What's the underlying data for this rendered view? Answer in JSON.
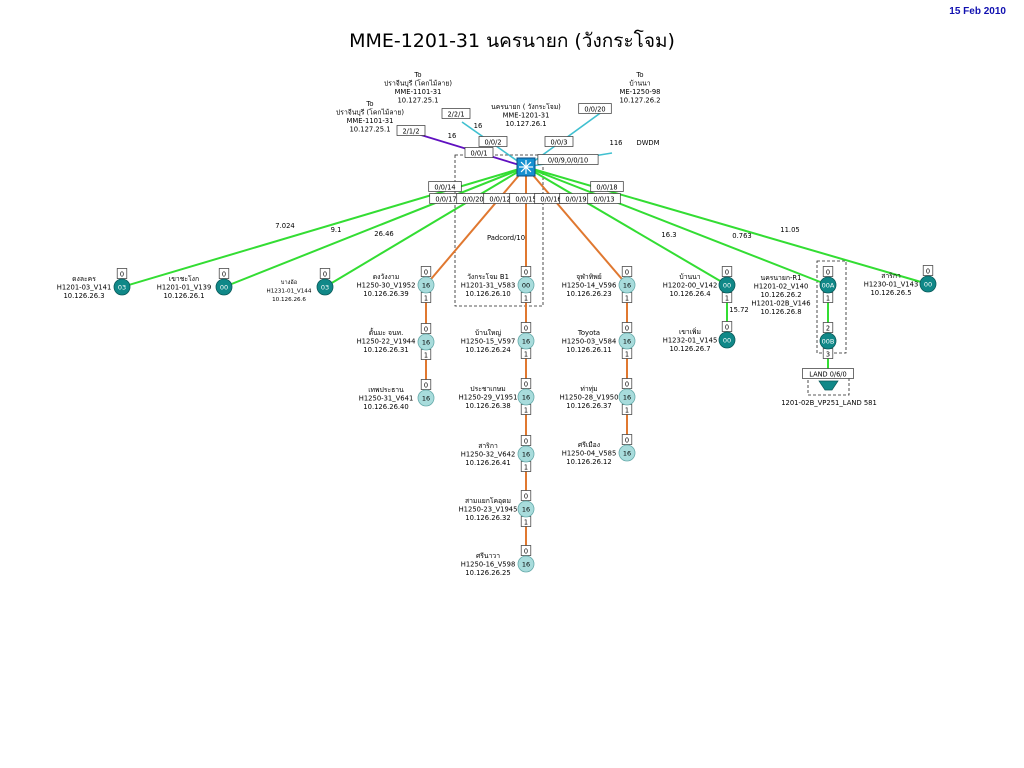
{
  "header": {
    "date": "15 Feb 2010",
    "title": "MME-1201-31 นครนายก (วังกระโจม)"
  },
  "colors": {
    "green": "#33dd33",
    "orange": "#e07830",
    "cyan": "#40c0d0",
    "purple": "#6010c0",
    "node_teal": "#108888",
    "node_light": "#a8dcdc"
  },
  "hub": {
    "label_lines": [
      "นครนายก ( วังกระโจม)",
      "MME-1201-31",
      "10.127.26.1"
    ],
    "padcord": "Padcord/10"
  },
  "uplinks": [
    {
      "id": "up1",
      "lines": [
        "To",
        "ปราจีนบุรี (โคกไม้ลาย)",
        "MME-1101-31",
        "10.127.25.1"
      ],
      "port_far": "2/2/1",
      "port_hub": "0/0/2",
      "dist": "16"
    },
    {
      "id": "up2",
      "lines": [
        "To",
        "ปราจีนบุรี (โคกไม้ลาย)",
        "MME-1101-31",
        "10.127.25.1"
      ],
      "port_far": "2/1/2",
      "port_hub": "0/0/1",
      "dist": "16"
    },
    {
      "id": "up3",
      "lines": [
        "To",
        "บ้านนา",
        "ME-1250-98",
        "10.127.26.2"
      ],
      "port_far": "0/0/20",
      "port_hub": "0/0/3",
      "dist": ""
    },
    {
      "id": "up4",
      "lines": [],
      "port_far": "",
      "port_hub": "0/0/9,0/0/10",
      "dist": "116",
      "label": "DWDM"
    }
  ],
  "ports": [
    "0/0/14",
    "0/0/17",
    "0/0/20",
    "0/0/12",
    "0/0/15",
    "0/0/16",
    "0/0/19",
    "0/0/13",
    "0/0/18"
  ],
  "green_links": [
    {
      "dist": "7.024"
    },
    {
      "dist": "9.1"
    },
    {
      "dist": "26.46"
    },
    {
      "dist": "16.3"
    },
    {
      "dist": "0.763"
    },
    {
      "dist": "11.05"
    }
  ],
  "nodes": [
    {
      "id": "n1",
      "value": "03",
      "lines": [
        "ดงละคร",
        "H1201-03_V141",
        "10.126.26.3"
      ]
    },
    {
      "id": "n2",
      "value": "00",
      "lines": [
        "เขาชะโงก",
        "H1201-01_V139",
        "10.126.26.1"
      ]
    },
    {
      "id": "n3",
      "value": "03",
      "lines": [
        "บางอ้อ",
        "H1231-01_V144",
        "10.126.26.6"
      ]
    },
    {
      "id": "n4",
      "value": "16",
      "lines": [
        "ดงวังงาม",
        "H1250-30_V1952",
        "10.126.26.39"
      ]
    },
    {
      "id": "n5",
      "value": "16",
      "lines": [
        "ดั้นมะ จนท.",
        "H1250-22_V1944",
        "10.126.26.31"
      ]
    },
    {
      "id": "n6",
      "value": "16",
      "lines": [
        "เทพประธาน",
        "H1250-31_V641",
        "10.126.26.40"
      ]
    },
    {
      "id": "n7",
      "value": "00",
      "lines": [
        "วังกระโจม B1",
        "H1201-31_V583",
        "10.126.26.10"
      ]
    },
    {
      "id": "n8",
      "value": "16",
      "lines": [
        "บ้านใหญ่",
        "H1250-15_V597",
        "10.126.26.24"
      ]
    },
    {
      "id": "n9",
      "value": "16",
      "lines": [
        "ประชาเกษม",
        "H1250-29_V1951",
        "10.126.26.38"
      ]
    },
    {
      "id": "n10",
      "value": "16",
      "lines": [
        "สาริกา",
        "H1250-32_V642",
        "10.126.26.41"
      ]
    },
    {
      "id": "n11",
      "value": "16",
      "lines": [
        "สามแยกโคอุดม",
        "H1250-23_V1945",
        "10.126.26.32"
      ]
    },
    {
      "id": "n12",
      "value": "16",
      "lines": [
        "ศรีนาวา",
        "H1250-16_V598",
        "10.126.26.25"
      ]
    },
    {
      "id": "n13",
      "value": "16",
      "lines": [
        "จุฬาทิพย์",
        "H1250-14_V596",
        "10.126.26.23"
      ]
    },
    {
      "id": "n14",
      "value": "16",
      "lines": [
        "Toyota",
        "H1250-03_V584",
        "10.126.26.11"
      ]
    },
    {
      "id": "n15",
      "value": "16",
      "lines": [
        "ท่าทุ่ม",
        "H1250-28_V1950",
        "10.126.26.37"
      ]
    },
    {
      "id": "n16",
      "value": "16",
      "lines": [
        "ศรีเมือง",
        "H1250-04_V585",
        "10.126.26.12"
      ]
    },
    {
      "id": "n17",
      "value": "00",
      "lines": [
        "บ้านนา",
        "H1202-00_V142",
        "10.126.26.4"
      ]
    },
    {
      "id": "n18",
      "value": "00",
      "lines": [
        "เขาเพิ่ม",
        "H1232-01_V145",
        "10.126.26.7"
      ]
    },
    {
      "id": "n19",
      "value": "00A",
      "lines": [
        "นครนายก-R1",
        "H1201-02_V140",
        "10.126.26.2",
        "H1201-02B_V146",
        "10.126.26.8"
      ]
    },
    {
      "id": "n20",
      "value": "00B",
      "lines": []
    },
    {
      "id": "n21",
      "value": "00",
      "lines": [
        "สาริกา",
        "H1230-01_V143",
        "10.126.26.5"
      ]
    }
  ],
  "small_links": {
    "n17_n18": "15.72"
  },
  "land": {
    "box": "LAND 0/6/0",
    "label": "1201-02B_VP251_LAND 581"
  },
  "port_tags": {
    "zero": "0",
    "one": "1",
    "two": "2",
    "three": "3"
  }
}
